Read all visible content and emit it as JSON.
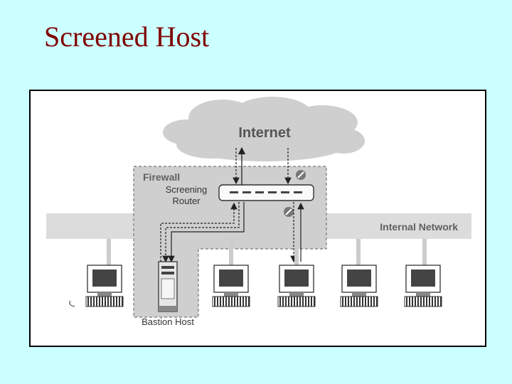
{
  "slide": {
    "title": "Screened Host"
  },
  "diagram": {
    "internet_label": "Internet",
    "firewall_label": "Firewall",
    "router_label_line1": "Screening",
    "router_label_line2": "Router",
    "network_label": "Internal Network",
    "bastion_label": "Bastion Host"
  },
  "colors": {
    "background": "#ccffff",
    "title": "#800000",
    "cloud": "#d0d0d0",
    "band": "#dcdcdc",
    "firewall_fill": "#d4d4d4",
    "label_text": "#606060"
  }
}
